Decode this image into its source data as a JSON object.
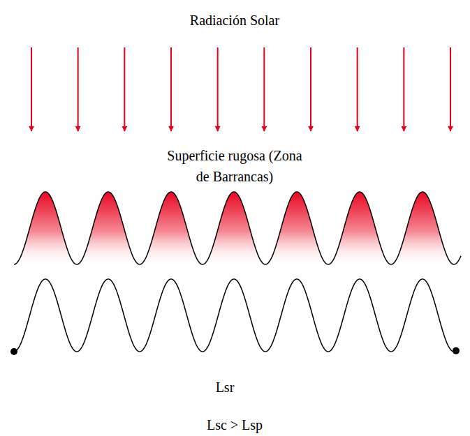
{
  "diagram": {
    "labels": [
      "Radiación Solar",
      "Superficie rugosa (Zona de Barrancas)",
      "Lsr",
      "Lsc > Lsp"
    ]
  }
}
